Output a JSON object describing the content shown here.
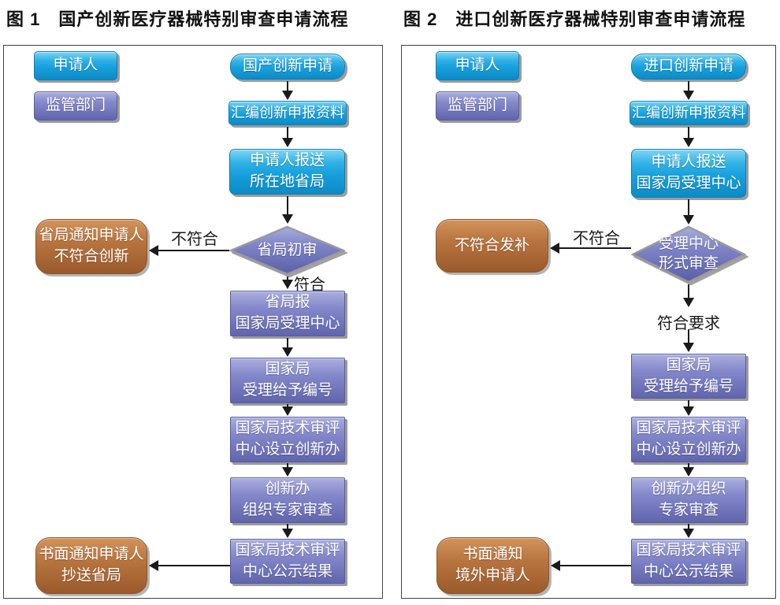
{
  "figure1": {
    "title": "图 1　国产创新医疗器械特别审查申请流程",
    "legend": {
      "applicant": "申请人",
      "regulator": "监管部门"
    },
    "nodes": {
      "start": "国产创新申请",
      "compile": "汇编创新申报资料",
      "submit": "申请人报送\n所在地省局",
      "decision": "省局初审",
      "reject": "省局通知申请人\n不符合创新",
      "report": "省局报\n国家局受理中心",
      "accept": "国家局\n受理给予编号",
      "office": "国家局技术审评\n中心设立创新办",
      "expert": "创新办\n组织专家审查",
      "publish": "国家局技术审评\n中心公示结果",
      "notify": "书面通知申请人\n抄送省局"
    },
    "edges": {
      "fail": "不符合",
      "pass": "符合"
    }
  },
  "figure2": {
    "title": "图 2　进口创新医疗器械特别审查申请流程",
    "legend": {
      "applicant": "申请人",
      "regulator": "监管部门"
    },
    "nodes": {
      "start": "进口创新申请",
      "compile": "汇编创新申报资料",
      "submit": "申请人报送\n国家局受理中心",
      "decision": "受理中心\n形式审查",
      "reject": "不符合发补",
      "accept": "国家局\n受理给予编号",
      "office": "国家局技术审评\n中心设立创新办",
      "expert": "创新办组织\n专家审查",
      "publish": "国家局技术审评\n中心公示结果",
      "notify": "书面通知\n境外申请人"
    },
    "edges": {
      "fail": "不符合",
      "pass": "符合要求"
    }
  },
  "colors": {
    "applicant_blue": "#1aa7e1",
    "regulator_purple": "#8084c8",
    "result_brown": "#b5713e",
    "diamond_purple": "#7c80c4",
    "arrow": "#1a1a1a"
  }
}
